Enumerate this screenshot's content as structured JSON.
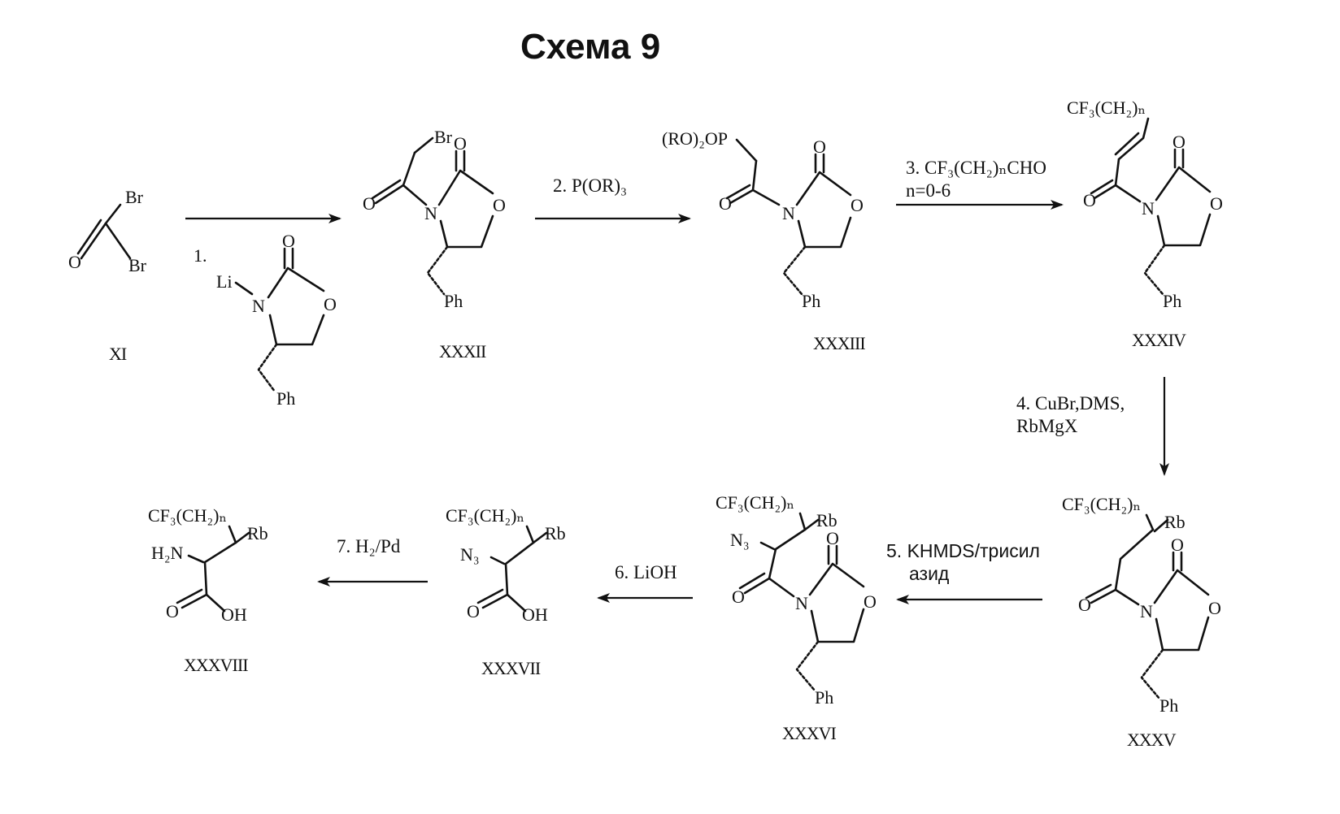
{
  "title": "Схема 9",
  "compounds": [
    {
      "id": "XI",
      "label": "XI"
    },
    {
      "id": "XXXII",
      "label": "XXXII"
    },
    {
      "id": "XXXIII",
      "label": "XXXIII"
    },
    {
      "id": "XXXIV",
      "label": "XXXIV"
    },
    {
      "id": "XXXV",
      "label": "XXXV"
    },
    {
      "id": "XXXVI",
      "label": "XXXVI"
    },
    {
      "id": "XXXVII",
      "label": "XXXVII"
    },
    {
      "id": "XXXVIII",
      "label": "XXXVIII"
    }
  ],
  "steps": [
    {
      "num": "1."
    },
    {
      "text": "2. P(OR)₃"
    },
    {
      "line1": "3. CF₃(CH₂)ₙCHO",
      "line2": "n=0-6"
    },
    {
      "line1": "4. CuBr,DMS,",
      "line2": "RbMgX"
    },
    {
      "line1": "5. KHMDS/трисил",
      "line2": "азид"
    },
    {
      "text": "6. LiOH"
    },
    {
      "text": "7. H₂/Pd"
    }
  ],
  "atoms": {
    "Br": "Br",
    "O": "O",
    "N": "N",
    "Li": "Li",
    "Ph": "Ph",
    "phosphonate": "(RO)₂OP",
    "fluoroalkyl": "CF₃(CH₂)ₙ",
    "Rb": "Rb",
    "N3": "N₃",
    "H2N": "H₂N",
    "OH": "OH"
  }
}
